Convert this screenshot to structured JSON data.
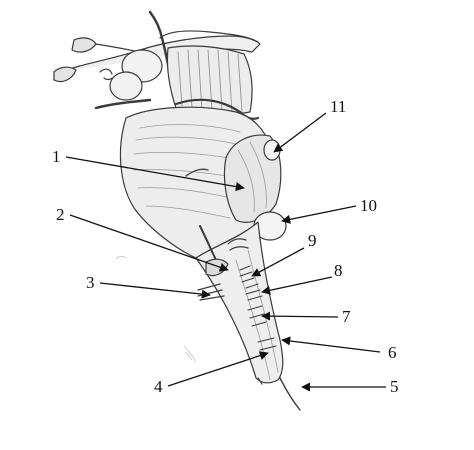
{
  "labels": [
    {
      "id": "label-1",
      "text": "1"
    },
    {
      "id": "label-2",
      "text": "2"
    },
    {
      "id": "label-3",
      "text": "3"
    },
    {
      "id": "label-4",
      "text": "4"
    },
    {
      "id": "label-5",
      "text": "5"
    },
    {
      "id": "label-6",
      "text": "6"
    },
    {
      "id": "label-7",
      "text": "7"
    },
    {
      "id": "label-8",
      "text": "8"
    },
    {
      "id": "label-9",
      "text": "9"
    },
    {
      "id": "label-10",
      "text": "10"
    },
    {
      "id": "label-11",
      "text": "11"
    }
  ],
  "colors": {
    "ink": "#222222",
    "shade": "#9a9a9a",
    "paper": "#ffffff"
  }
}
